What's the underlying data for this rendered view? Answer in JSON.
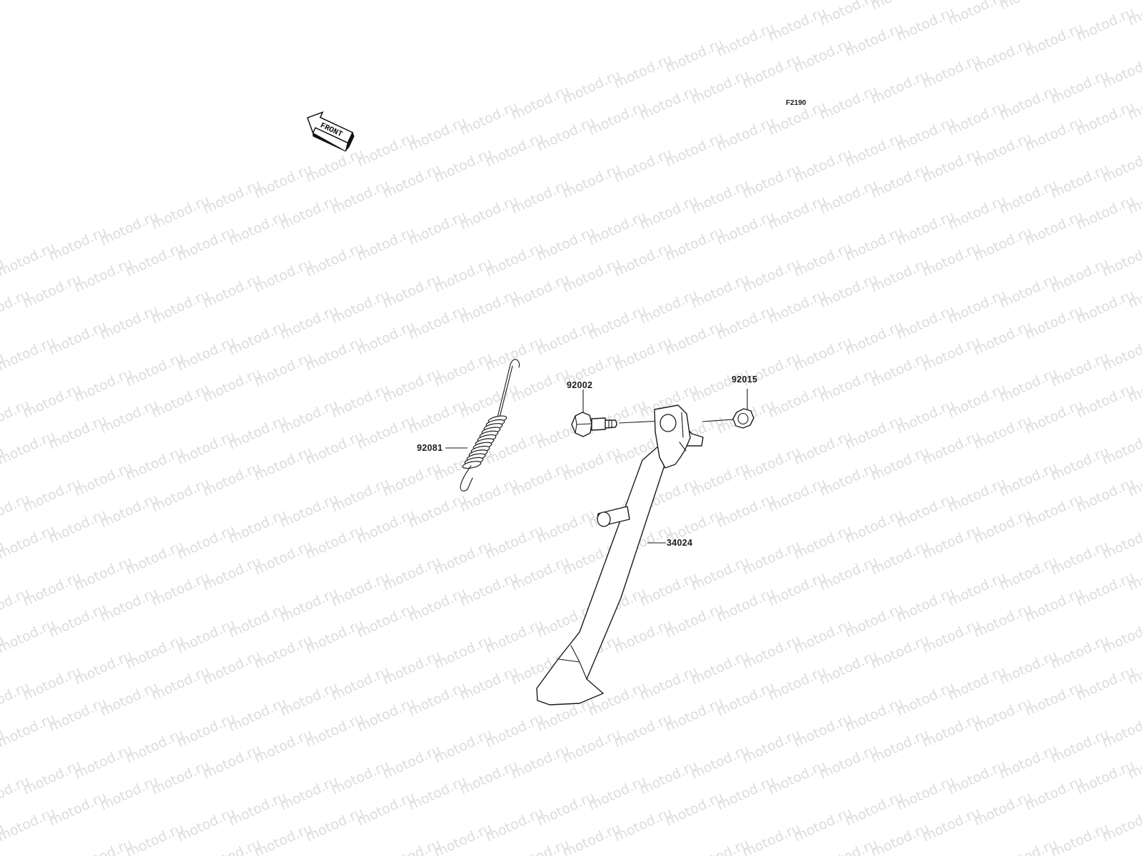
{
  "diagram": {
    "figure_code": "F2190",
    "front_arrow_label": "FRONT",
    "watermark": "motod.ru",
    "parts": [
      {
        "id": "spring",
        "number": "92081"
      },
      {
        "id": "bolt",
        "number": "92002"
      },
      {
        "id": "nut",
        "number": "92015"
      },
      {
        "id": "side-stand",
        "number": "34024"
      }
    ]
  }
}
